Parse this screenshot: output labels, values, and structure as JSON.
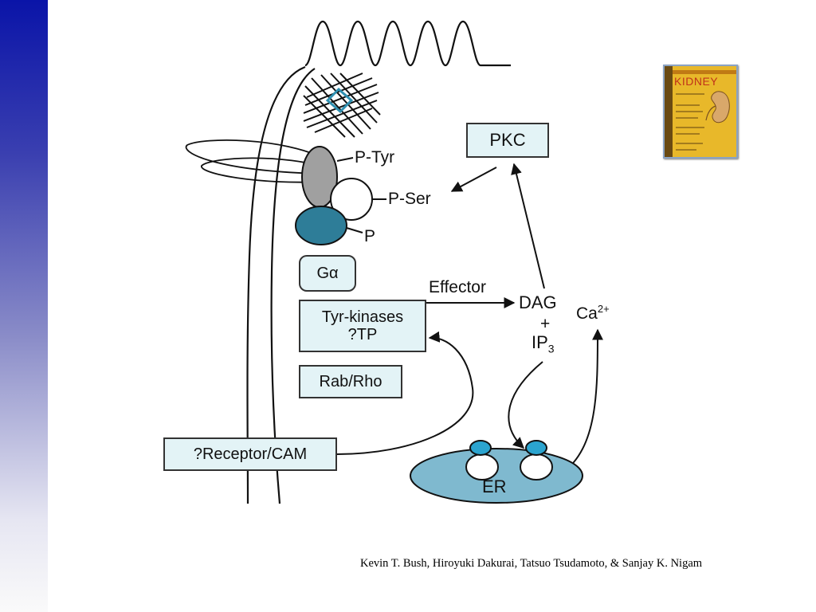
{
  "diagram": {
    "pkc": "PKC",
    "p_tyr": "P-Tyr",
    "p_ser": "P-Ser",
    "p": "P",
    "g_alpha": "Gα",
    "tyr_kinases": "Tyr-kinases",
    "tp": "?TP",
    "rab_rho": "Rab/Rho",
    "receptor_cam": "?Receptor/CAM",
    "effector": "Effector",
    "dag": "DAG",
    "plus": "+",
    "ip3": "IP",
    "ip3_sub": "3",
    "ca": "Ca",
    "ca_sup": "2+",
    "er": "ER"
  },
  "book": {
    "title": "KIDNEY"
  },
  "caption": "Kevin T. Bush, Hiroyuki Dakurai, Tatsuo Tsudamoto, & Sanjay K. Nigam",
  "colors": {
    "sidebar_top": "#0a14a8",
    "box_fill": "#e3f3f6",
    "teal": "#2e7d98",
    "er_fill": "#7fb9cf",
    "gray_oval": "#a0a0a0",
    "book_yellow": "#e8b82a"
  }
}
